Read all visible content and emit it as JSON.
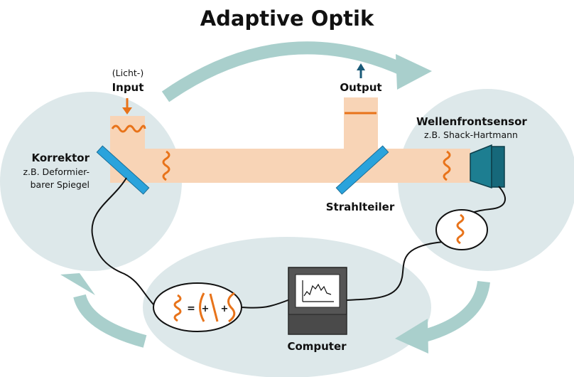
{
  "title": "Adaptive Optik",
  "input": {
    "prefix": "(Licht-)",
    "label": "Input"
  },
  "output": {
    "label": "Output"
  },
  "korrektor": {
    "label": "Korrektor",
    "sub1": "z.B. Deformier-",
    "sub2": "barer Spiegel"
  },
  "sensor": {
    "label": "Wellenfrontsensor",
    "sub": "z.B. Shack-Hartmann"
  },
  "splitter": {
    "label": "Strahlteiler"
  },
  "computer": {
    "label": "Computer"
  },
  "equation": {
    "eq": "=",
    "plus1": "+",
    "plus2": "+"
  },
  "colors": {
    "beam": "#f8d4b6",
    "wave": "#e8731a",
    "mirror": "#2aa3dc",
    "bubble": "#dde8ea",
    "arrow": "#a9cfcc",
    "sensor": "#1d7e91"
  }
}
